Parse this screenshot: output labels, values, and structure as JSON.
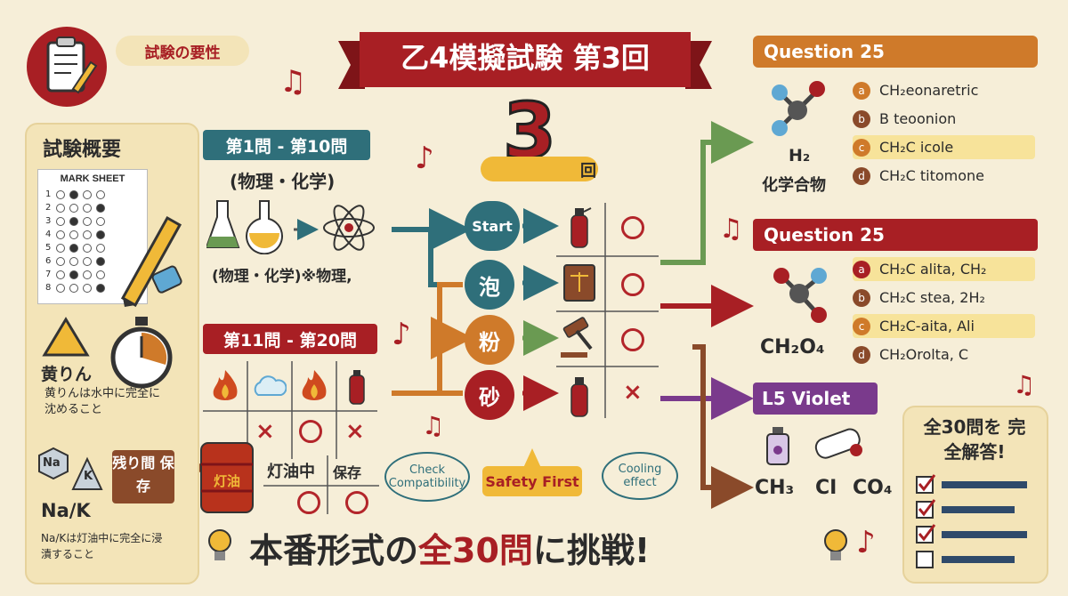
{
  "title": {
    "banner": "乙4模擬試験 第3回",
    "big_number": "3",
    "kai": "回"
  },
  "badge_top": "試験の要性",
  "left_panel": {
    "heading": "試験概要",
    "mark_sheet_title": "MARK SHEET",
    "mark_rows": [
      "1",
      "2",
      "3",
      "4",
      "5",
      "6",
      "7",
      "8"
    ],
    "yellow_phosphorus_title": "黄りん",
    "yellow_phosphorus_note": "黄りんは水中に完全に沈めること",
    "na_label": "Na",
    "k_label": "K",
    "nak_title": "Na/K",
    "nak_note": "Na/Kは灯油中に完全に浸漬すること",
    "remaining_label": "残り間 保存"
  },
  "section1": {
    "header": "第1問 - 第10問",
    "sub": "(物理・化学)",
    "caption": "(物理・化学)※物理,"
  },
  "section2": {
    "header": "第11問 - 第20問"
  },
  "kerosene": {
    "drum_label": "灯油",
    "col1": "灯油中",
    "col2": "保存"
  },
  "flow": {
    "nodes": [
      "Start",
      "泡",
      "粉",
      "砂"
    ],
    "marks": [
      "○",
      "○",
      "○",
      "×"
    ]
  },
  "bubbles": {
    "check": "Check Compatibility",
    "safety": "Safety First",
    "cooling": "Cooling effect"
  },
  "q1": {
    "header": "Question 25",
    "formula": "H₂",
    "compound": "化学合物",
    "options": [
      {
        "letter": "a",
        "text": "CH₂eonaretric"
      },
      {
        "letter": "b",
        "text": "B teoonion"
      },
      {
        "letter": "c",
        "text": "CH₂C icole"
      },
      {
        "letter": "d",
        "text": "CH₂C titomone"
      }
    ]
  },
  "q2": {
    "header": "Question 25",
    "formula": "CH₂O₄",
    "options": [
      {
        "letter": "a",
        "text": "CH₂C alita,  CH₂"
      },
      {
        "letter": "b",
        "text": "CH₂C stea, 2H₂"
      },
      {
        "letter": "c",
        "text": "CH₂C-aita, Ali"
      },
      {
        "letter": "d",
        "text": "CH₂Orolta,  C"
      }
    ]
  },
  "violet": {
    "header": "L5  Violet",
    "f1": "CH₃",
    "f2": "CI",
    "f3": "CO₄"
  },
  "checklist": {
    "title": "全30問を 完全解答!"
  },
  "bottom": {
    "pre": "本番形式の",
    "highlight": "全30問",
    "post": "に挑戦!"
  },
  "colors": {
    "red": "#a81f24",
    "teal": "#2f6f7a",
    "orange": "#cf7a2a",
    "green": "#6a9a52",
    "purple": "#7a3a8c",
    "brown": "#8a4a2a",
    "cream": "#f6eed8"
  }
}
